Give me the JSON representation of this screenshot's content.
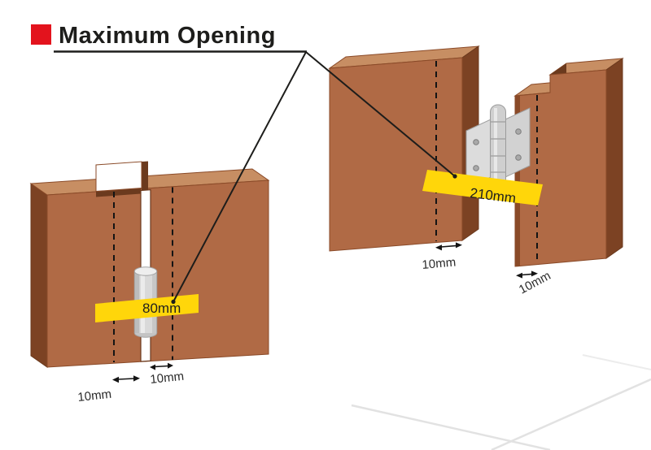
{
  "title": {
    "label": "Maximum Opening"
  },
  "palette": {
    "red_marker": "#e3131d",
    "wood_front": "#b06a45",
    "wood_top": "#c78e63",
    "wood_side": "#7c4223",
    "wood_inner_shadow": "#6b3a1e",
    "band_yellow": "#ffd60a",
    "metal_gray": "#d7d7d7",
    "line_black": "#1d1d1b"
  },
  "left_figure": {
    "description": "dowel pin in expansion gap",
    "opening_label": "80mm",
    "left_gap_label": "10mm",
    "right_gap_label": "10mm"
  },
  "right_figure": {
    "description": "door hinge in expansion gap",
    "opening_label": "210mm",
    "left_gap_label": "10mm",
    "right_gap_label": "10mm"
  }
}
